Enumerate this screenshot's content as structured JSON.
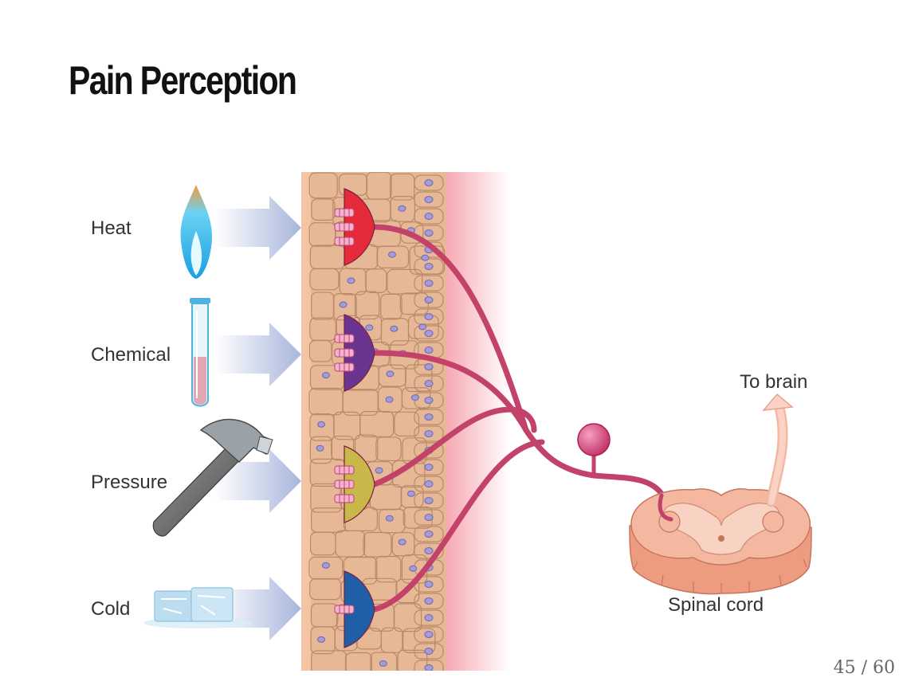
{
  "slide": {
    "title": "Pain Perception",
    "page_number": "45 / 60"
  },
  "figure": {
    "stimuli": [
      {
        "label": "Heat",
        "icon": "flame-icon",
        "receptor_color": "#e52a3a"
      },
      {
        "label": "Chemical",
        "icon": "test-tube-icon",
        "receptor_color": "#6a3590"
      },
      {
        "label": "Pressure",
        "icon": "hammer-icon",
        "receptor_color": "#c8b84a"
      },
      {
        "label": "Cold",
        "icon": "ice-cube-icon",
        "receptor_color": "#1f5fa8"
      }
    ],
    "labels": {
      "to_brain": "To brain",
      "spinal_cord": "Spinal cord"
    },
    "colors": {
      "nerve": "#c2426a",
      "skin_cells": "#e6b896",
      "nuclei": "#a49bd8",
      "spinal_cord": "#f0b49c",
      "arrow": "#a8b6dc"
    }
  }
}
